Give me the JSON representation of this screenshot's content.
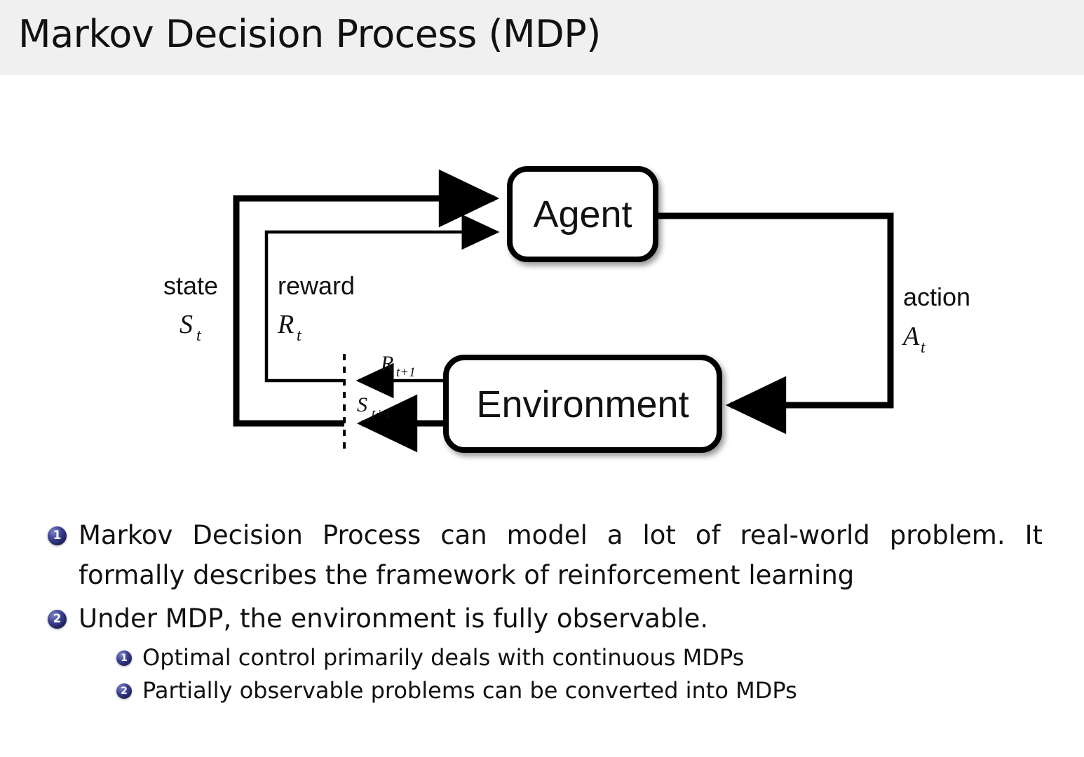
{
  "header": {
    "title": "Markov Decision Process (MDP)",
    "background_color": "#f0f0f0"
  },
  "diagram": {
    "name": "agent-environment-interaction-loop",
    "nodes": [
      {
        "id": "agent",
        "label": "Agent"
      },
      {
        "id": "environment",
        "label": "Environment"
      }
    ],
    "edge_labels": {
      "state_word": "state",
      "state_symbol": "S",
      "state_subscript": "t",
      "reward_word": "reward",
      "reward_symbol": "R",
      "reward_subscript": "t",
      "action_word": "action",
      "action_symbol": "A",
      "action_subscript": "t",
      "next_reward_symbol": "R",
      "next_reward_subscript": "t+1",
      "next_state_symbol": "S",
      "next_state_subscript": "t+1"
    },
    "stroke_color": "#000000",
    "fill_color": "#ffffff"
  },
  "bullets": {
    "badge_color": "#26296b",
    "items": [
      {
        "number": "1",
        "level": 1,
        "text": "Markov Decision Process can model a lot of real-world problem. It formally describes the framework of reinforcement learning"
      },
      {
        "number": "2",
        "level": 1,
        "text": "Under MDP, the environment is fully observable."
      },
      {
        "number": "1",
        "level": 2,
        "text": "Optimal control primarily deals with continuous MDPs"
      },
      {
        "number": "2",
        "level": 2,
        "text": "Partially observable problems can be converted into MDPs"
      }
    ]
  }
}
